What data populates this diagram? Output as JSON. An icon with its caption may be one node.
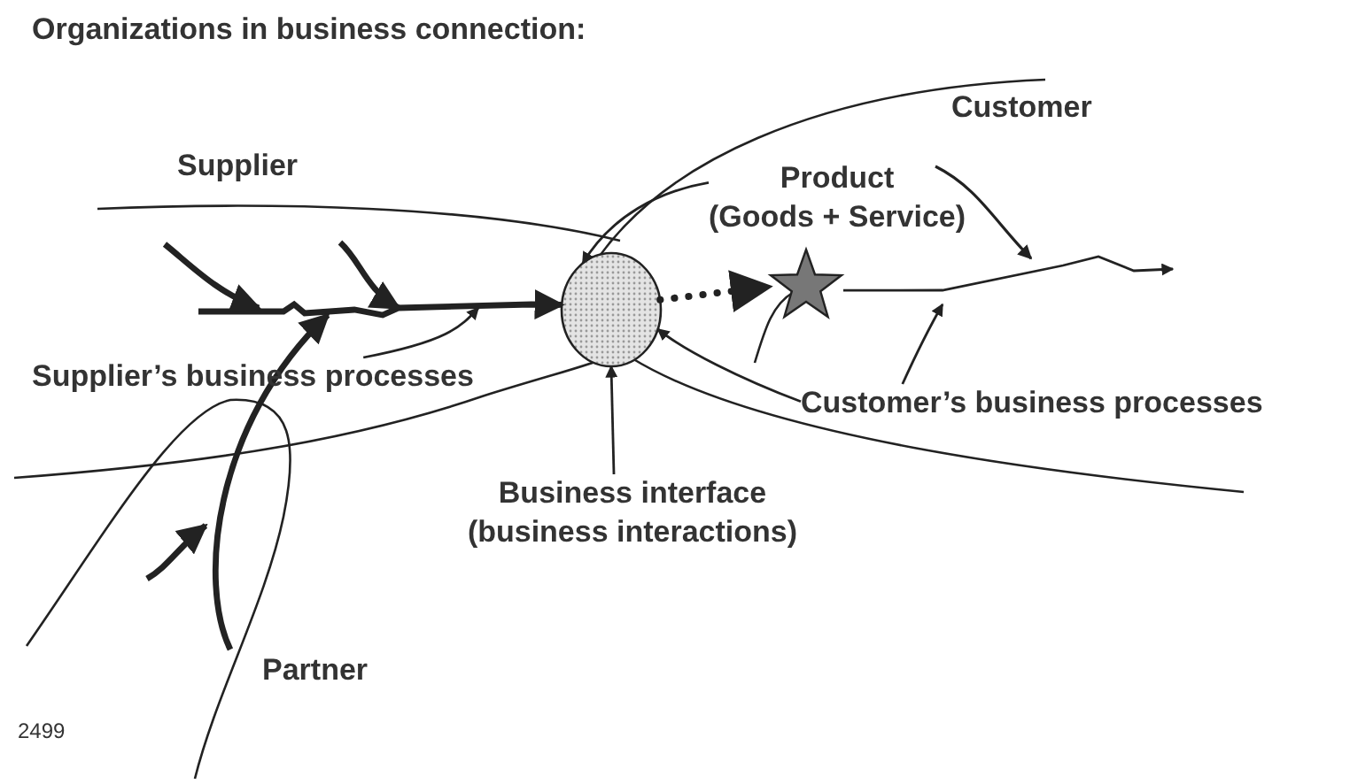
{
  "diagram": {
    "title": "Organizations in business connection:",
    "nodes": [
      {
        "text": [
          "Product",
          "(Goods + Service)"
        ]
      },
      {
        "text": [
          "Supplier’s business processes"
        ]
      },
      {
        "text": [
          "Business interface (business interactions)"
        ]
      },
      {
        "text": [
          "Customer’s business processes"
        ]
      },
      {
        "text": [],
        "shape": "circle"
      },
      {
        "text": [],
        "shape": "star"
      }
    ],
    "edges": [
      {
        "from": 0,
        "to": 4,
        "arrow": "to"
      },
      {
        "from": 3,
        "to": 4,
        "arrow": "to"
      },
      {
        "from": 2,
        "to": 4,
        "arrow": "to"
      },
      {
        "from": 3,
        "to": null,
        "arrow": "to"
      },
      {
        "from": 1,
        "to": null,
        "arrow": "to"
      },
      {
        "from": 4,
        "to": 5,
        "arrow": "to",
        "style": "dashed"
      },
      {
        "from": null,
        "to": 4,
        "arrow": "to",
        "style": "thick"
      },
      {
        "from": 5,
        "to": null,
        "arrow": "to"
      },
      {
        "from": null,
        "to": 4,
        "arrow": "to",
        "style": "thick"
      },
      {
        "from": null,
        "to": 4,
        "arrow": "to",
        "style": "thick"
      },
      {
        "from": null,
        "to": 4,
        "arrow": "to",
        "style": "thick"
      },
      {
        "from": null,
        "to": 4,
        "arrow": "to",
        "style": "thick"
      }
    ],
    "labels": [
      "Supplier",
      "Customer",
      "Partner",
      "2499"
    ]
  }
}
